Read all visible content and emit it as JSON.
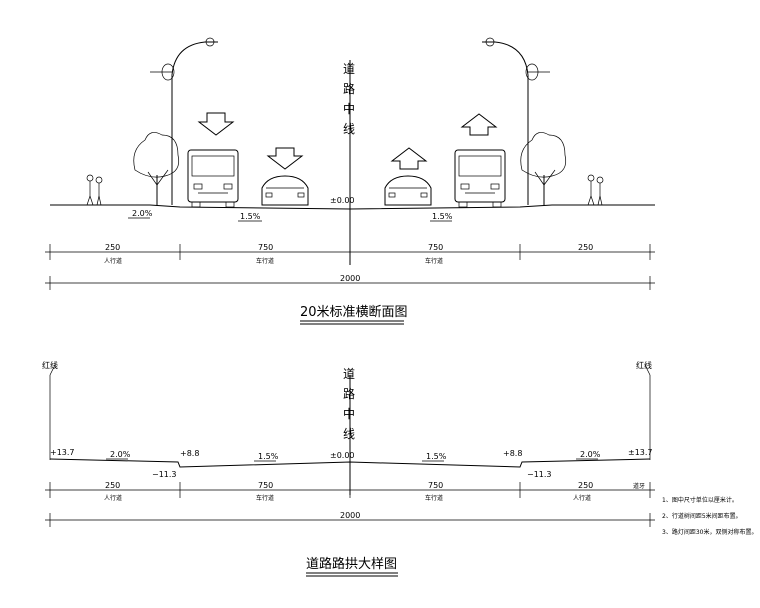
{
  "section": {
    "title": "20米标准横断面图",
    "centerline_label": [
      "道",
      "路",
      "中",
      "线"
    ],
    "elevation_center": "±0.00",
    "slopes": [
      "2.0%",
      "1.5%",
      "1.5%"
    ],
    "dims": [
      "250",
      "750",
      "750",
      "250"
    ],
    "dim_labels": [
      "人行道",
      "车行道",
      "车行道",
      ""
    ],
    "total": "2000"
  },
  "camber": {
    "title": "道路路拱大样图",
    "red_line_left": "红线",
    "red_line_right": "红线",
    "centerline_label": [
      "道",
      "路",
      "中",
      "线"
    ],
    "elev_left": "+13.7",
    "elev_right": "±13.7",
    "elev_curb_left": "+8.8",
    "elev_curb_right": "+8.8",
    "elev_gutter_left": "−11.3",
    "elev_gutter_right": "−11.3",
    "elev_center": "±0.00",
    "slopes": [
      "2.0%",
      "1.5%",
      "1.5%",
      "2.0%"
    ],
    "dims": [
      "250",
      "750",
      "750",
      "250"
    ],
    "dim_labels": [
      "人行道",
      "车行道",
      "车行道",
      "人行道"
    ],
    "edge_label": "道牙",
    "total": "2000"
  },
  "notes": [
    "1、图中尺寸单位以厘米计。",
    "2、行道树间距5米间距布置。",
    "3、路灯间距30米，双侧对称布置。"
  ]
}
